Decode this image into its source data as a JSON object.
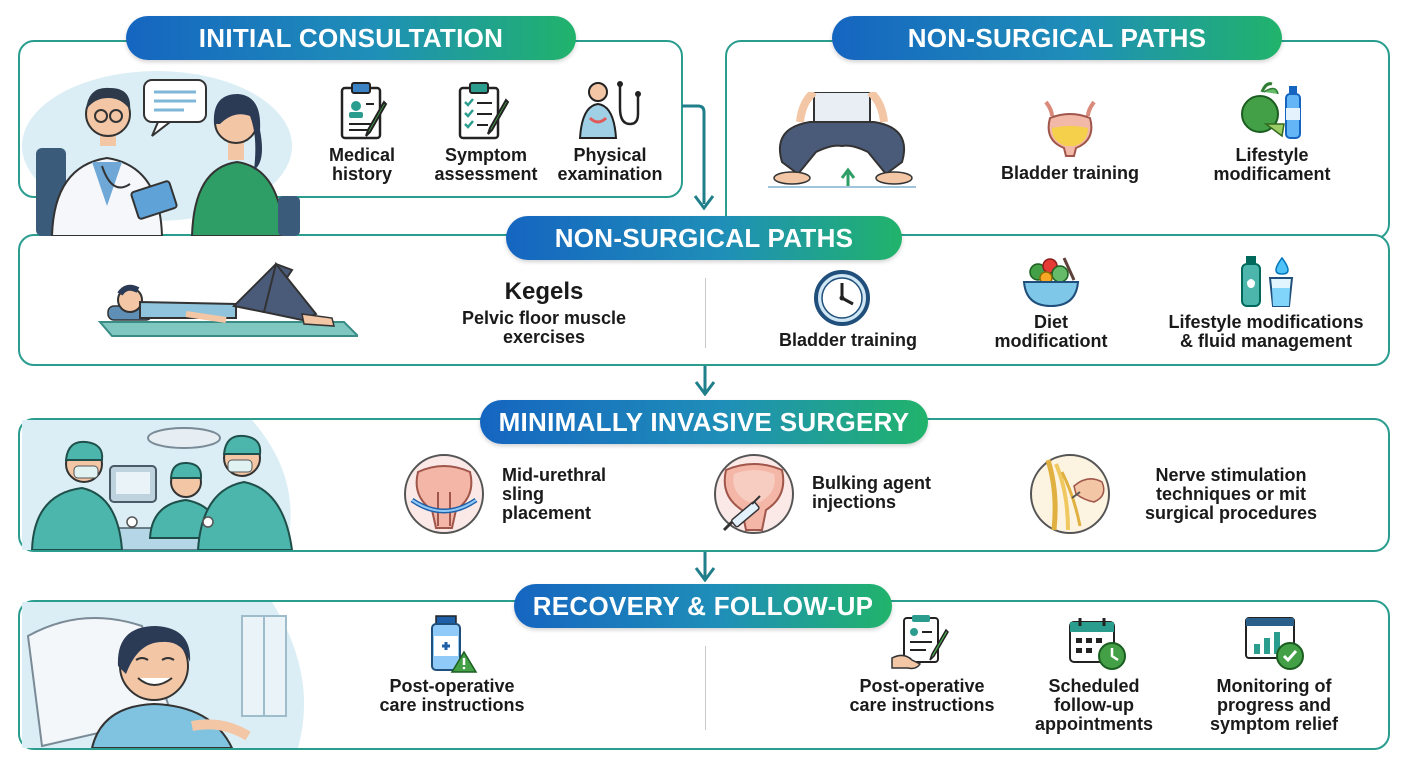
{
  "colors": {
    "teal": "#2a9d8f",
    "pill_start": "#1565c0",
    "pill_end": "#21b36b",
    "text": "#1a1a1a"
  },
  "initial_consultation": {
    "title": "INITIAL CONSULTATION",
    "items": [
      {
        "label": "Medical\nhistory",
        "icon": "clipboard-profile-icon"
      },
      {
        "label": "Symptom\nassessment",
        "icon": "checklist-icon"
      },
      {
        "label": "Physical\nexamination",
        "icon": "stethoscope-icon"
      }
    ]
  },
  "non_surgical_top": {
    "title": "NON-SURGICAL PATHS",
    "items": [
      {
        "label": "Bladder training",
        "icon": "bladder-icon"
      },
      {
        "label": "Lifestyle\nmodificament",
        "icon": "apple-bottle-icon"
      }
    ]
  },
  "non_surgical_mid": {
    "title": "NON-SURGICAL PATHS",
    "kegels_title": "Kegels",
    "kegels_desc": "Pelvic floor muscle\nexercises",
    "items": [
      {
        "label": "Bladder training",
        "icon": "clock-icon"
      },
      {
        "label": "Diet\nmodificationt",
        "icon": "salad-bowl-icon"
      },
      {
        "label": "Lifestyle modifications\n& fluid management",
        "icon": "water-bottle-icon"
      }
    ]
  },
  "surgery": {
    "title": "MINIMALLY INVASIVE SURGERY",
    "items": [
      {
        "label": "Mid-urethral\nsling\nplacement",
        "icon": "sling-icon"
      },
      {
        "label": "Bulking agent\ninjections",
        "icon": "injection-icon"
      },
      {
        "label": "Nerve stimulation\ntechniques or mit\nsurgical procedures",
        "icon": "nerve-icon"
      }
    ]
  },
  "recovery": {
    "title": "RECOVERY & FOLLOW-UP",
    "left_label": "Post-operative\ncare instructions",
    "items": [
      {
        "label": "Post-operative\ncare instructions",
        "icon": "clipboard-hand-icon"
      },
      {
        "label": "Scheduled\nfollow-up\nappointments",
        "icon": "calendar-clock-icon"
      },
      {
        "label": "Monitoring of\nprogress and\nsymptom relief",
        "icon": "chart-check-icon"
      }
    ]
  }
}
